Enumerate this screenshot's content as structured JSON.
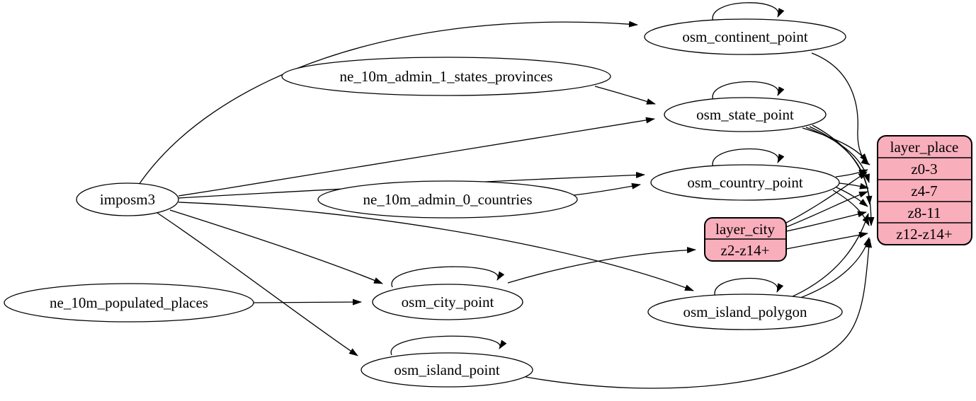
{
  "diagram": {
    "kind": "etl-dependency-graph",
    "colors": {
      "record_fill": "#F9AEBC",
      "ellipse_fill": "#FFFFFF",
      "stroke": "#000000"
    },
    "nodes": {
      "imposm3": {
        "label": "imposm3",
        "shape": "ellipse"
      },
      "ne_10m_admin_1_states_provinces": {
        "label": "ne_10m_admin_1_states_provinces",
        "shape": "ellipse"
      },
      "ne_10m_admin_0_countries": {
        "label": "ne_10m_admin_0_countries",
        "shape": "ellipse"
      },
      "ne_10m_populated_places": {
        "label": "ne_10m_populated_places",
        "shape": "ellipse"
      },
      "osm_continent_point": {
        "label": "osm_continent_point",
        "shape": "ellipse"
      },
      "osm_state_point": {
        "label": "osm_state_point",
        "shape": "ellipse"
      },
      "osm_country_point": {
        "label": "osm_country_point",
        "shape": "ellipse"
      },
      "osm_city_point": {
        "label": "osm_city_point",
        "shape": "ellipse"
      },
      "osm_island_polygon": {
        "label": "osm_island_polygon",
        "shape": "ellipse"
      },
      "osm_island_point": {
        "label": "osm_island_point",
        "shape": "ellipse"
      },
      "layer_city": {
        "label": "layer_city",
        "shape": "record",
        "rows": [
          "z2-z14+"
        ]
      },
      "layer_place": {
        "label": "layer_place",
        "shape": "record",
        "rows": [
          "z0-3",
          "z4-7",
          "z8-11",
          "z12-z14+"
        ]
      }
    },
    "edges": [
      {
        "from": "imposm3",
        "to": "osm_continent_point"
      },
      {
        "from": "imposm3",
        "to": "osm_state_point"
      },
      {
        "from": "imposm3",
        "to": "osm_country_point"
      },
      {
        "from": "imposm3",
        "to": "osm_city_point"
      },
      {
        "from": "imposm3",
        "to": "osm_island_polygon"
      },
      {
        "from": "imposm3",
        "to": "osm_island_point"
      },
      {
        "from": "ne_10m_admin_1_states_provinces",
        "to": "osm_state_point"
      },
      {
        "from": "ne_10m_admin_0_countries",
        "to": "osm_country_point"
      },
      {
        "from": "ne_10m_populated_places",
        "to": "osm_city_point"
      },
      {
        "from": "osm_continent_point",
        "to": "osm_continent_point"
      },
      {
        "from": "osm_state_point",
        "to": "osm_state_point"
      },
      {
        "from": "osm_country_point",
        "to": "osm_country_point"
      },
      {
        "from": "osm_city_point",
        "to": "osm_city_point"
      },
      {
        "from": "osm_island_polygon",
        "to": "osm_island_polygon"
      },
      {
        "from": "osm_island_point",
        "to": "osm_island_point"
      },
      {
        "from": "osm_continent_point",
        "to": "layer_place",
        "to_row": "z0-3"
      },
      {
        "from": "osm_state_point",
        "to": "layer_place",
        "to_row": "z0-3"
      },
      {
        "from": "osm_state_point",
        "to": "layer_place",
        "to_row": "z4-7"
      },
      {
        "from": "osm_state_point",
        "to": "layer_place",
        "to_row": "z8-11"
      },
      {
        "from": "osm_state_point",
        "to": "layer_place",
        "to_row": "z12-z14+"
      },
      {
        "from": "osm_country_point",
        "to": "layer_place",
        "to_row": "z0-3"
      },
      {
        "from": "osm_country_point",
        "to": "layer_place",
        "to_row": "z4-7"
      },
      {
        "from": "osm_country_point",
        "to": "layer_place",
        "to_row": "z8-11"
      },
      {
        "from": "osm_country_point",
        "to": "layer_place",
        "to_row": "z12-z14+"
      },
      {
        "from": "osm_city_point",
        "to": "layer_city",
        "to_row": "z2-z14+"
      },
      {
        "from": "layer_city",
        "to": "layer_place",
        "to_row": "z0-3"
      },
      {
        "from": "layer_city",
        "to": "layer_place",
        "to_row": "z4-7"
      },
      {
        "from": "layer_city",
        "to": "layer_place",
        "to_row": "z8-11"
      },
      {
        "from": "layer_city",
        "to": "layer_place",
        "to_row": "z12-z14+"
      },
      {
        "from": "osm_island_polygon",
        "to": "layer_place",
        "to_row": "z8-11"
      },
      {
        "from": "osm_island_polygon",
        "to": "layer_place",
        "to_row": "z12-z14+"
      },
      {
        "from": "osm_island_point",
        "to": "layer_place",
        "to_row": "z12-z14+"
      }
    ]
  }
}
